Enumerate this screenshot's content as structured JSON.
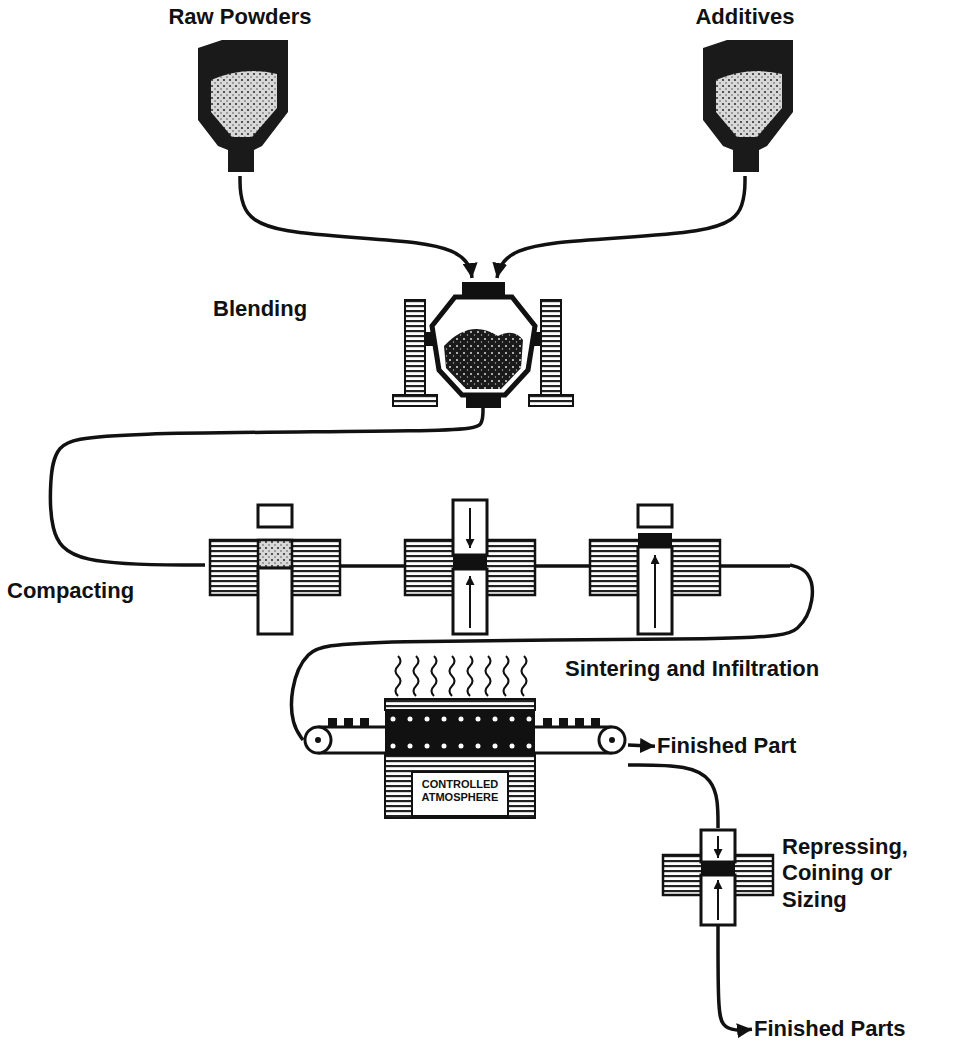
{
  "diagram": {
    "nodes": [
      {
        "text": [
          "Raw Powders"
        ]
      },
      {
        "text": [
          "Additives"
        ]
      },
      {
        "text": [
          "Blending"
        ]
      },
      {
        "text": [
          "Compacting"
        ]
      },
      {
        "text": [
          "Sintering and Infiltration",
          "CONTROLLED ATMOSPHERE"
        ]
      },
      {
        "text": [
          "Finished Part"
        ]
      },
      {
        "text": [
          "Repressing, Coining or Sizing"
        ]
      },
      {
        "text": [
          "Finished Parts"
        ]
      }
    ],
    "edges": [
      {
        "from": 0,
        "to": 2,
        "arrow": "to"
      },
      {
        "from": 1,
        "to": 2,
        "arrow": "to"
      },
      {
        "from": 2,
        "to": 3,
        "arrow": "none"
      },
      {
        "from": 3,
        "to": 4,
        "arrow": "none"
      },
      {
        "from": 4,
        "to": 5,
        "arrow": "to"
      },
      {
        "from": 4,
        "to": 6,
        "arrow": "none"
      },
      {
        "from": 6,
        "to": 7,
        "arrow": "to"
      }
    ]
  }
}
